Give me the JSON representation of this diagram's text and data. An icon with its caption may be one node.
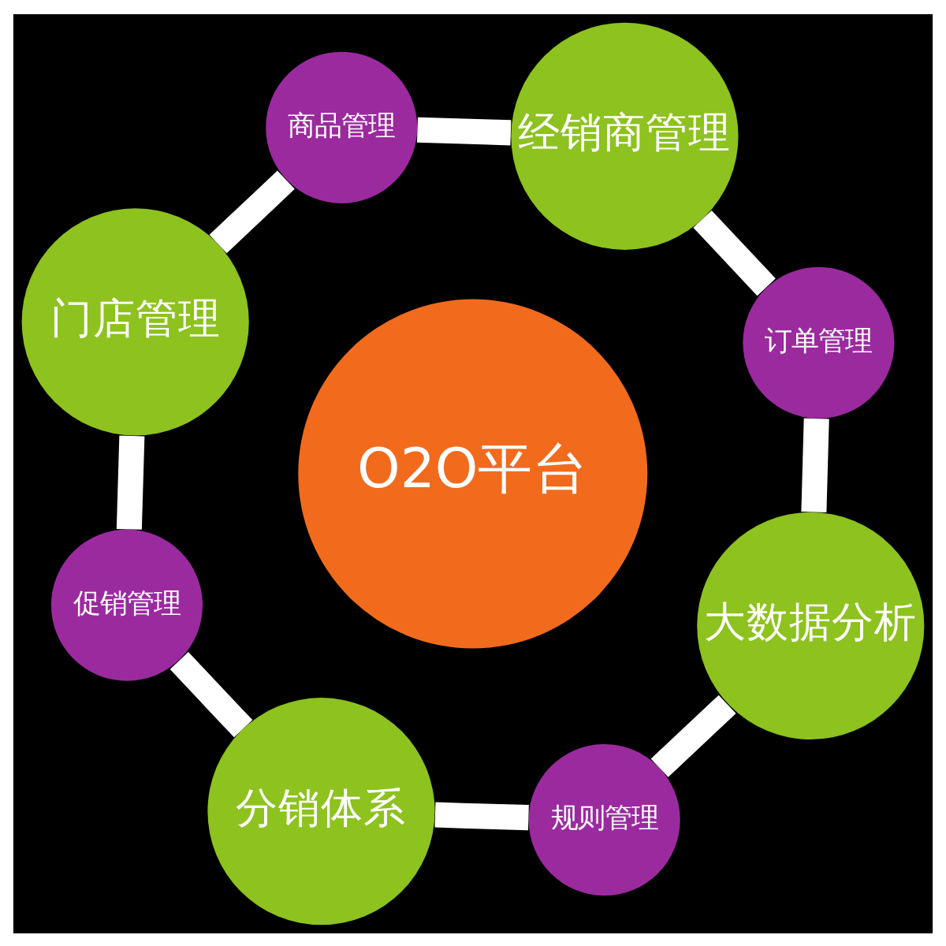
{
  "diagram": {
    "nodes": [
      {
        "text": [
          "经销商管理"
        ]
      },
      {
        "text": [
          "商品管理"
        ]
      },
      {
        "text": [
          "订单管理"
        ]
      },
      {
        "text": [
          "门店管理"
        ]
      },
      {
        "text": [
          "O2O平台"
        ]
      },
      {
        "text": [
          "大数据分析"
        ]
      },
      {
        "text": [
          "促销管理"
        ]
      },
      {
        "text": [
          "规则管理"
        ]
      },
      {
        "text": [
          "分销体系"
        ]
      }
    ],
    "edges": [
      {
        "from": 0,
        "to": 2,
        "arrow": "none"
      },
      {
        "from": 2,
        "to": 5,
        "arrow": "none"
      },
      {
        "from": 5,
        "to": 7,
        "arrow": "none"
      },
      {
        "from": 7,
        "to": 8,
        "arrow": "none"
      },
      {
        "from": 8,
        "to": 6,
        "arrow": "none"
      },
      {
        "from": 6,
        "to": 3,
        "arrow": "none"
      },
      {
        "from": 3,
        "to": 1,
        "arrow": "none"
      },
      {
        "from": 1,
        "to": 0,
        "arrow": "none"
      }
    ]
  }
}
